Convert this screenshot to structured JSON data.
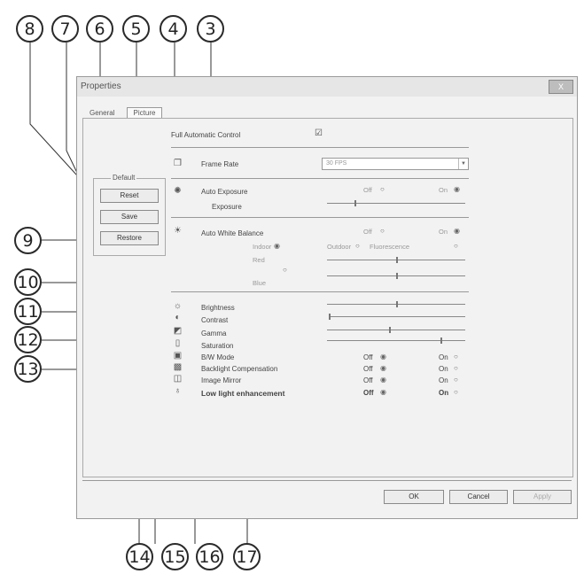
{
  "callouts": {
    "top": [
      "8",
      "7",
      "6",
      "5",
      "4",
      "3"
    ],
    "left": [
      "9",
      "10",
      "11",
      "12",
      "13"
    ],
    "bottom": [
      "14",
      "15",
      "16",
      "17"
    ]
  },
  "window": {
    "title": "Properties",
    "close_label": "X",
    "tabs": {
      "general": "General",
      "picture": "Picture"
    }
  },
  "full_auto": {
    "label": "Full Automatic Control",
    "checked_glyph": "☑"
  },
  "frame_rate": {
    "label": "Frame Rate",
    "value": "30 FPS",
    "arrow": "▼"
  },
  "defaults": {
    "group_title": "Default",
    "reset": "Reset",
    "save": "Save",
    "restore": "Restore"
  },
  "auto_exposure": {
    "label": "Auto Exposure",
    "sub_label": "Exposure",
    "off": "Off",
    "on": "On",
    "level": 0.2
  },
  "white_balance": {
    "label": "Auto White Balance",
    "off": "Off",
    "on": "On",
    "indoor": "Indoor",
    "outdoor": "Outdoor",
    "fluorescence": "Fluorescence",
    "red": "Red",
    "blue": "Blue",
    "red_level": 0.5,
    "blue_level": 0.5
  },
  "sliders": [
    {
      "name": "brightness",
      "label": "Brightness",
      "level": 0.5
    },
    {
      "name": "contrast",
      "label": "Contrast",
      "level": 0.0
    },
    {
      "name": "gamma",
      "label": "Gamma",
      "level": 0.45
    },
    {
      "name": "saturation",
      "label": "Saturation",
      "level": 0.82
    }
  ],
  "toggles": [
    {
      "name": "bw-mode",
      "label": "B/W Mode",
      "off": "Off",
      "on": "On",
      "bold": false
    },
    {
      "name": "backlight-compensation",
      "label": "Backlight Compensation",
      "off": "Off",
      "on": "On",
      "bold": false
    },
    {
      "name": "image-mirror",
      "label": "Image Mirror",
      "off": "Off",
      "on": "On",
      "bold": false
    },
    {
      "name": "low-light-enhancement",
      "label": "Low light enhancement",
      "off": "Off",
      "on": "On",
      "bold": true
    }
  ],
  "footer": {
    "ok": "OK",
    "cancel": "Cancel",
    "apply": "Apply"
  },
  "radio": {
    "selected": "◉",
    "unselected": "○"
  }
}
